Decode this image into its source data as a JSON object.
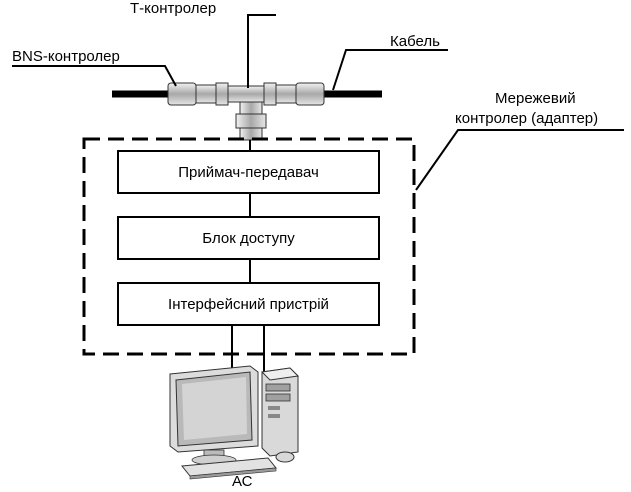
{
  "labels": {
    "t_controller": "Т-контролер",
    "bns_controller": "BNS-контролер",
    "cable": "Кабель",
    "network_controller_line1": "Мережевий",
    "network_controller_line2": "контролер (адаптер)",
    "workstation": "АС"
  },
  "blocks": {
    "transceiver": "Приймач-передавач",
    "access_unit": "Блок доступу",
    "interface_device": "Інтерфейсний пристрій"
  },
  "icons": {
    "connector": "t-connector-icon",
    "computer": "desktop-computer-icon"
  },
  "colors": {
    "line": "#000000",
    "metal": "#c8c8c8",
    "screen": "#b9b9b9"
  }
}
